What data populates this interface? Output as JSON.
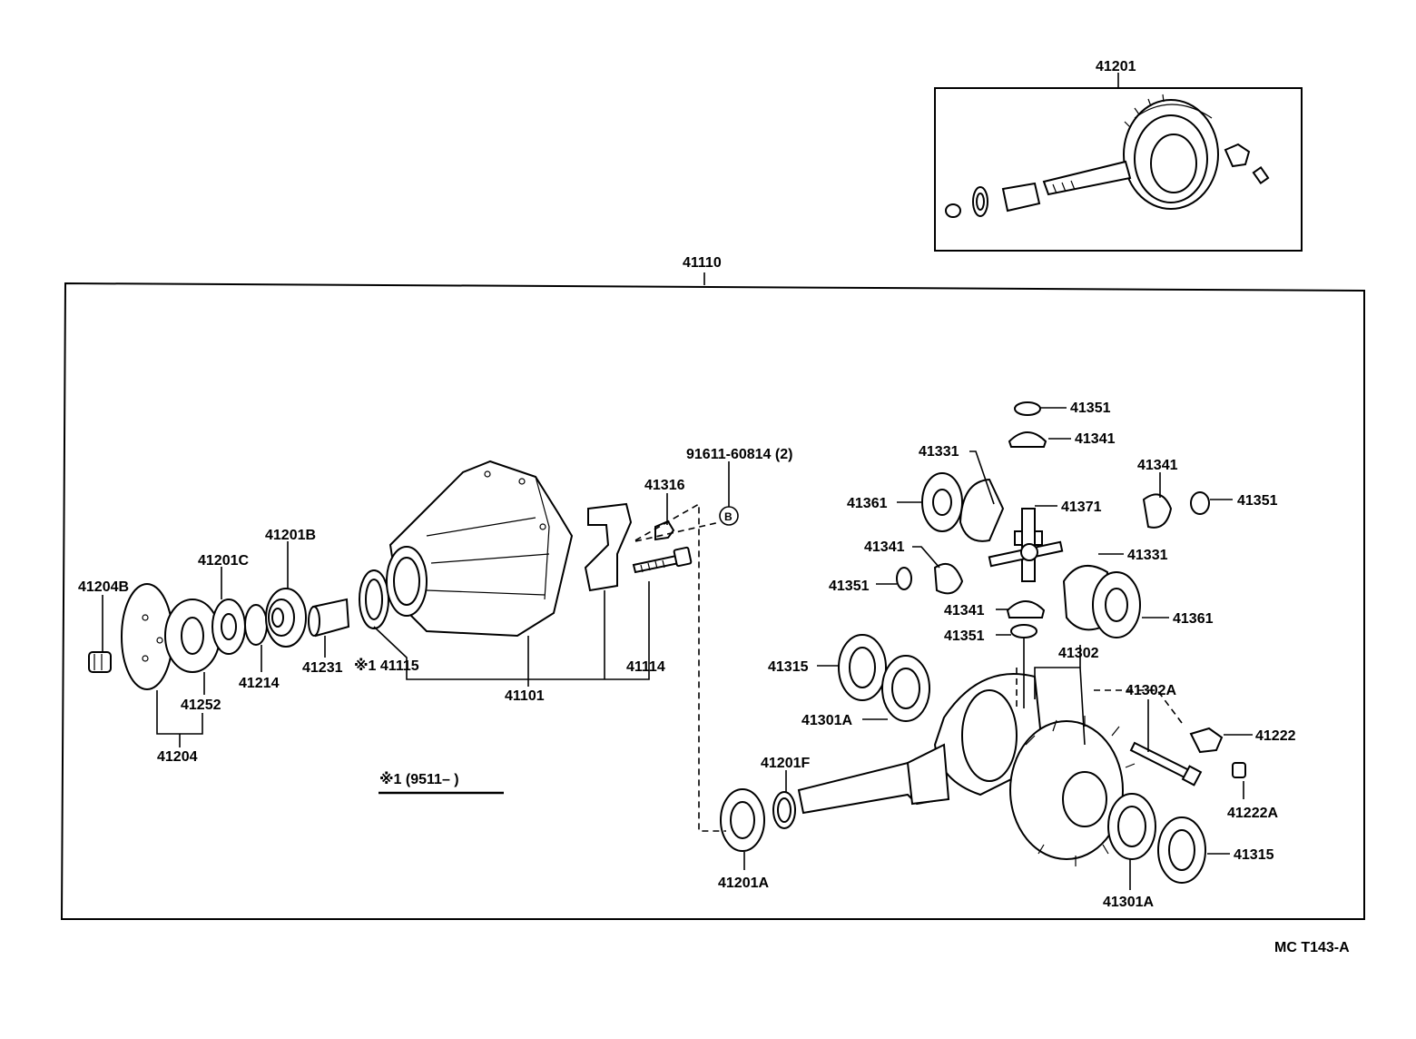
{
  "diagram_code": "MC  T143-A",
  "note": "※1 (9511–      )",
  "groups": {
    "ring_pinion_set": "41201",
    "carrier_assy": "41110",
    "companion_flange_group": "41204"
  },
  "labels": {
    "l41204B": "41204B",
    "l41201C": "41201C",
    "l41201B": "41201B",
    "l41252": "41252",
    "l41214": "41214",
    "l41231": "41231",
    "l41115": "※1 41115",
    "l41101": "41101",
    "l41114": "41114",
    "l41316": "41316",
    "l91611": "91611-60814 (2)",
    "lB": "B",
    "l41351a": "41351",
    "l41341a": "41341",
    "l41331a": "41331",
    "l41361a": "41361",
    "l41371": "41371",
    "l41341b": "41341",
    "l41351b": "41351",
    "l41341c": "41341",
    "l41351c": "41351",
    "l41331b": "41331",
    "l41361b": "41361",
    "l41341d": "41341",
    "l41351d": "41351",
    "l41315a": "41315",
    "l41301Aa": "41301A",
    "l41302": "41302",
    "l41302A": "41302A",
    "l41222": "41222",
    "l41222A": "41222A",
    "l41201F": "41201F",
    "l41201A": "41201A",
    "l41315b": "41315",
    "l41301Ab": "41301A"
  }
}
